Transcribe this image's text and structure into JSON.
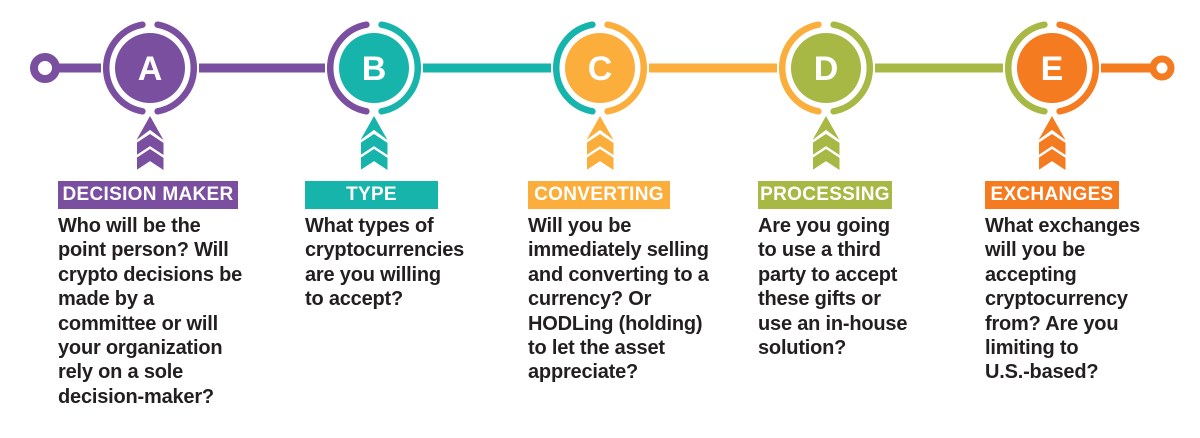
{
  "steps": [
    {
      "letter": "A",
      "title": "DECISION MAKER",
      "description": "Who will be the\npoint person? Will\ncrypto decisions be\nmade by a\ncommittee or will\nyour organization\nrely on a sole\ndecision-maker?",
      "color": "#7A4FA0"
    },
    {
      "letter": "B",
      "title": "TYPE",
      "description": "What types of\ncryptocurrencies\nare you willing\nto accept?",
      "color": "#17B4AC"
    },
    {
      "letter": "C",
      "title": "CONVERTING",
      "description": "Will you be\nimmediately selling\nand converting to a\ncurrency? Or\nHODLing (holding)\nto let the asset\nappreciate?",
      "color": "#FBAE3C"
    },
    {
      "letter": "D",
      "title": "PROCESSING",
      "description": "Are you going\nto use a third\nparty to accept\nthese gifts or\nuse an in-house\nsolution?",
      "color": "#A8B845"
    },
    {
      "letter": "E",
      "title": "EXCHANGES",
      "description": "What exchanges\nwill you be\naccepting\ncryptocurrency\nfrom? Are you\nlimiting to\nU.S.-based?",
      "color": "#F47B20"
    }
  ]
}
